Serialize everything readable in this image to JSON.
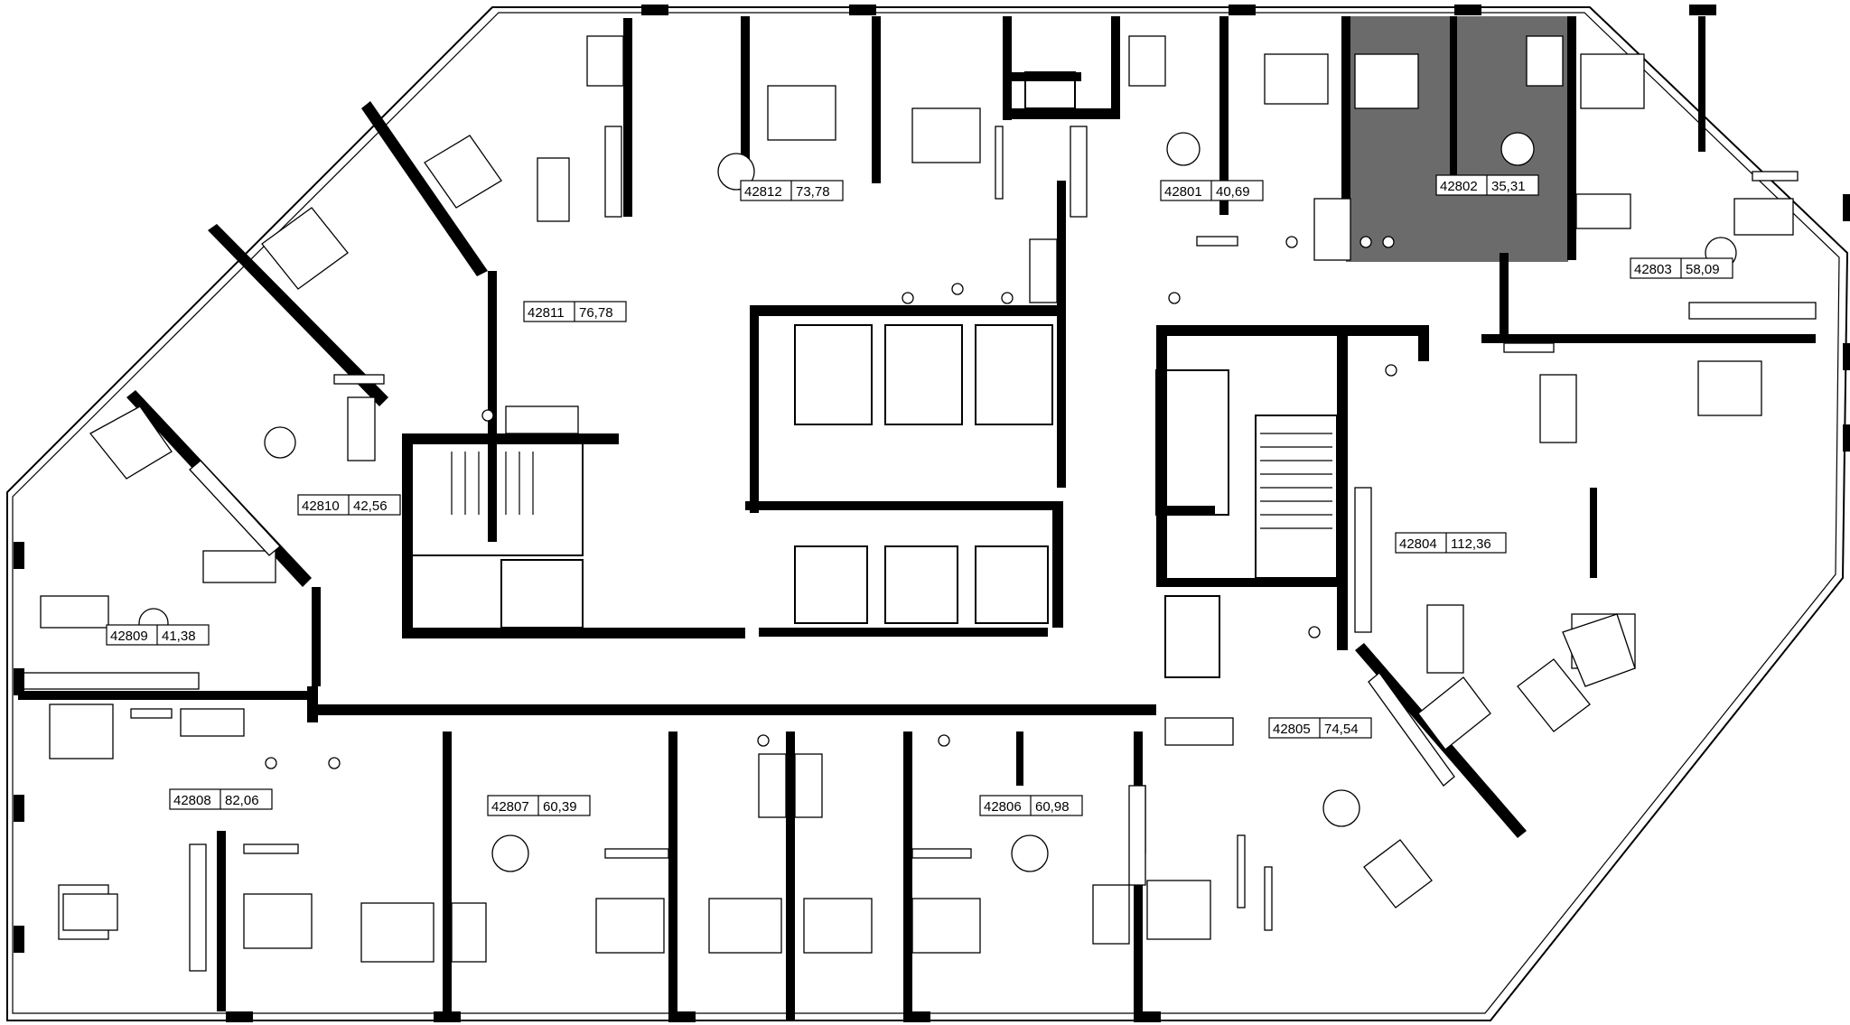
{
  "plan": {
    "highlight_color": "#6b6b6b",
    "wall_color": "#000000",
    "background": "#ffffff",
    "selected_apartment": "42802",
    "apartments": [
      {
        "number": "42801",
        "area": "40,69"
      },
      {
        "number": "42802",
        "area": "35,31"
      },
      {
        "number": "42803",
        "area": "58,09"
      },
      {
        "number": "42804",
        "area": "112,36"
      },
      {
        "number": "42805",
        "area": "74,54"
      },
      {
        "number": "42806",
        "area": "60,98"
      },
      {
        "number": "42807",
        "area": "60,39"
      },
      {
        "number": "42808",
        "area": "82,06"
      },
      {
        "number": "42809",
        "area": "41,38"
      },
      {
        "number": "42810",
        "area": "42,56"
      },
      {
        "number": "42811",
        "area": "76,78"
      },
      {
        "number": "42812",
        "area": "73,78"
      }
    ]
  }
}
